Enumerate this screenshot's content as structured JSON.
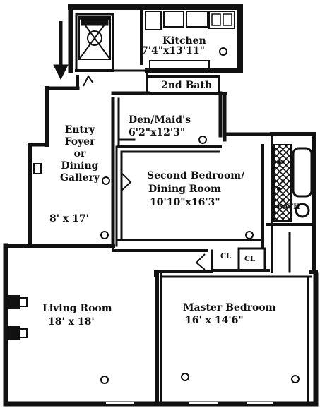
{
  "rooms": {
    "kitchen": {
      "name": "Kitchen",
      "size": "7'4\"x13'11\""
    },
    "bath2": {
      "name": "2nd Bath"
    },
    "den": {
      "name": "Den/Maid's",
      "size": "6'2\"x12'3\""
    },
    "entry": {
      "line1": "Entry",
      "line2": "Foyer",
      "line3": "or",
      "line4": "Dining",
      "line5": "Gallery",
      "size": "8' x 17'"
    },
    "second_bedroom": {
      "line1": "Second Bedroom/",
      "line2": "Dining Room",
      "size": "10'10\"x16'3\""
    },
    "living": {
      "name": "Living Room",
      "size": "18' x 18'"
    },
    "master": {
      "name": "Master Bedroom",
      "size": "16' x 14'6\""
    },
    "bath1": {
      "name": "BATH"
    },
    "closet1": {
      "name": "CL"
    },
    "closet2": {
      "name": "CL"
    }
  },
  "colors": {
    "ink": "#111111",
    "paper": "#ffffff"
  }
}
